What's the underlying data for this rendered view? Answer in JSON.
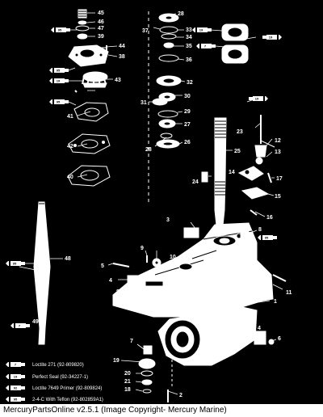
{
  "diagram": {
    "callouts": [
      {
        "id": "c45",
        "text": "45"
      },
      {
        "id": "c46",
        "text": "46"
      },
      {
        "id": "c47",
        "text": "47"
      },
      {
        "id": "c39",
        "text": "39"
      },
      {
        "id": "c44",
        "text": "44"
      },
      {
        "id": "c38",
        "text": "38"
      },
      {
        "id": "c43",
        "text": "43"
      },
      {
        "id": "c41",
        "text": "41"
      },
      {
        "id": "c42",
        "text": "42"
      },
      {
        "id": "c40",
        "text": "40"
      },
      {
        "id": "c28a",
        "text": "28"
      },
      {
        "id": "c37",
        "text": "37"
      },
      {
        "id": "c33",
        "text": "33"
      },
      {
        "id": "c34",
        "text": "34"
      },
      {
        "id": "c35",
        "text": "35"
      },
      {
        "id": "c36",
        "text": "36"
      },
      {
        "id": "c32",
        "text": "32"
      },
      {
        "id": "c30",
        "text": "30"
      },
      {
        "id": "c31",
        "text": "31"
      },
      {
        "id": "c29",
        "text": "29"
      },
      {
        "id": "c27",
        "text": "27"
      },
      {
        "id": "c28b",
        "text": "28"
      },
      {
        "id": "c26",
        "text": "26"
      },
      {
        "id": "c23",
        "text": "23"
      },
      {
        "id": "c12",
        "text": "12"
      },
      {
        "id": "c13",
        "text": "13"
      },
      {
        "id": "c25",
        "text": "25"
      },
      {
        "id": "c24",
        "text": "24"
      },
      {
        "id": "c14",
        "text": "14"
      },
      {
        "id": "c17",
        "text": "17"
      },
      {
        "id": "c15",
        "text": "15"
      },
      {
        "id": "c16",
        "text": "16"
      },
      {
        "id": "c3",
        "text": "3"
      },
      {
        "id": "c8a",
        "text": "8"
      },
      {
        "id": "c48",
        "text": "48"
      },
      {
        "id": "c9",
        "text": "9"
      },
      {
        "id": "c10",
        "text": "10"
      },
      {
        "id": "c5",
        "text": "5"
      },
      {
        "id": "c4a",
        "text": "4"
      },
      {
        "id": "c8b",
        "text": "8"
      },
      {
        "id": "c11",
        "text": "11"
      },
      {
        "id": "c1",
        "text": "1"
      },
      {
        "id": "c49",
        "text": "49"
      },
      {
        "id": "c4b",
        "text": "4"
      },
      {
        "id": "c6",
        "text": "6"
      },
      {
        "id": "c7",
        "text": "7"
      },
      {
        "id": "c19",
        "text": "19"
      },
      {
        "id": "c20",
        "text": "20"
      },
      {
        "id": "c21",
        "text": "21"
      },
      {
        "id": "c18",
        "text": "18"
      },
      {
        "id": "c2",
        "text": "2"
      }
    ],
    "tube_markers": [
      {
        "id": "t95a",
        "text": "95"
      },
      {
        "id": "t95b",
        "text": "95"
      },
      {
        "id": "t19a",
        "text": "19"
      },
      {
        "id": "t95c",
        "text": "95"
      },
      {
        "id": "t19b",
        "text": "19"
      },
      {
        "id": "t7a",
        "text": "7"
      },
      {
        "id": "t19c",
        "text": "19"
      },
      {
        "id": "t19d",
        "text": "19"
      },
      {
        "id": "t95d",
        "text": "95"
      },
      {
        "id": "t7b",
        "text": "7"
      },
      {
        "id": "t95e",
        "text": "95"
      }
    ]
  },
  "legend": [
    {
      "code": "7",
      "text": "Loctite 271 (92-809820)"
    },
    {
      "code": "19",
      "text": "Perfect Seal (92-34227-1)"
    },
    {
      "code": "92",
      "text": "Loctite 7649 Primer (92-809824)"
    },
    {
      "code": "95",
      "text": "2-4-C With Teflon (92-802859A1)"
    }
  ],
  "caption": "MercuryPartsOnline v2.5.1 (Image Copyright- Mercury Marine)"
}
